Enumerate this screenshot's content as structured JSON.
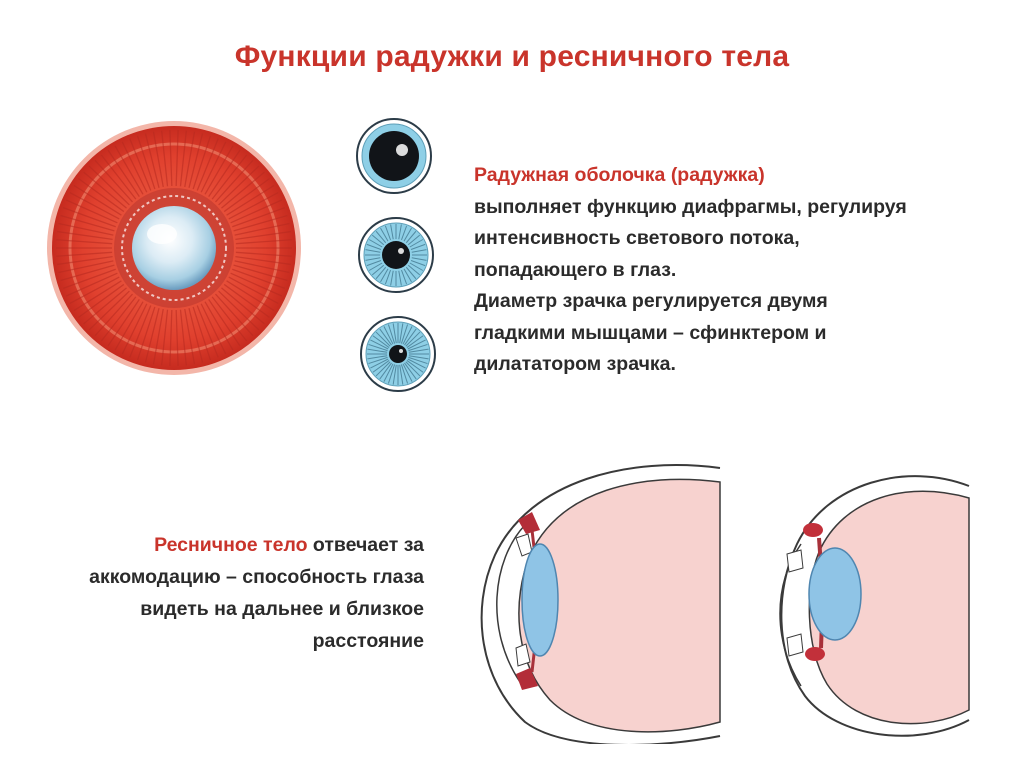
{
  "slide": {
    "title": "Функции радужки и ресничного тела"
  },
  "iris_block": {
    "heading": "Радужная оболочка (радужка)",
    "lines": [
      "выполняет функцию диафрагмы, регулируя",
      "интенсивность светового потока,",
      "попадающего в глаз.",
      "Диаметр зрачка регулируется двумя",
      "гладкими мышцами – сфинктером и",
      "дилататором зрачка."
    ]
  },
  "ciliary_block": {
    "heading": "Ресничное тело",
    "first_line_rest": " отвечает за",
    "lines": [
      "аккомодацию – способность глаза",
      "видеть на дальнее и близкое",
      "расстояние"
    ]
  },
  "illustrations": {
    "iris_large": "iris-illustration",
    "pupils": [
      "pupil-wide",
      "pupil-medium",
      "pupil-narrow"
    ],
    "eyes": [
      "eye-far-accommodation",
      "eye-near-accommodation"
    ]
  },
  "colors": {
    "title_red": "#c9342b",
    "text": "#2b2b2b",
    "iris_red": "#e0402e",
    "lens_blue": "#8fc4e6",
    "eyeball_pink": "#f7d2cf",
    "ciliary_dark": "#a8313a"
  }
}
